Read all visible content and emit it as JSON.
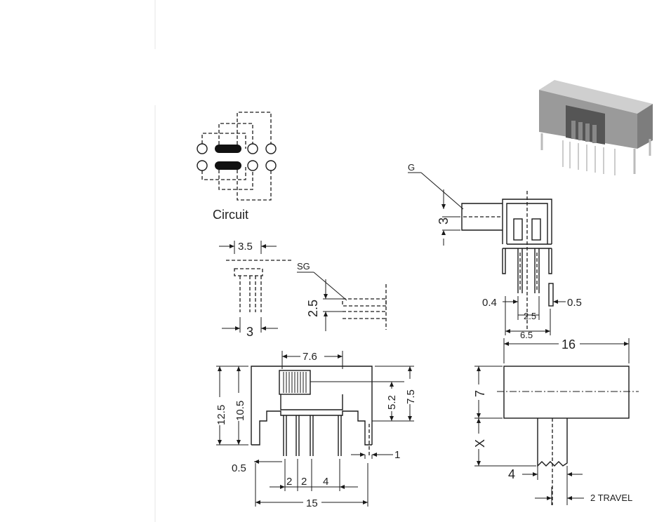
{
  "circuit": {
    "label": "Circuit"
  },
  "topview": {
    "dim_pitch": "3.5",
    "dim_width": "3",
    "sg": "SG",
    "dim_sg": "2.5"
  },
  "sideview": {
    "g": "G",
    "dim_g": "3",
    "dim_04": "0.4",
    "dim_05": "0.5",
    "dim_25": "2.5",
    "dim_65": "6.5"
  },
  "frontview": {
    "dim_76": "7.6",
    "dim_125": "12.5",
    "dim_105": "10.5",
    "dim_52": "5.2",
    "dim_75": "7.5",
    "dim_05": "0.5",
    "dim_1": "1",
    "dim_2a": "2",
    "dim_2b": "2",
    "dim_4": "4",
    "dim_15": "15"
  },
  "actuator": {
    "dim_16": "16",
    "dim_7": "7",
    "dim_x": "X",
    "dim_4": "4",
    "travel": "2 TRAVEL"
  },
  "colors": {
    "line": "#1a1a1a",
    "photo_body": "#9a9a9a",
    "photo_dark": "#555555"
  },
  "photo": {
    "icon": "slide-switch-photo"
  }
}
